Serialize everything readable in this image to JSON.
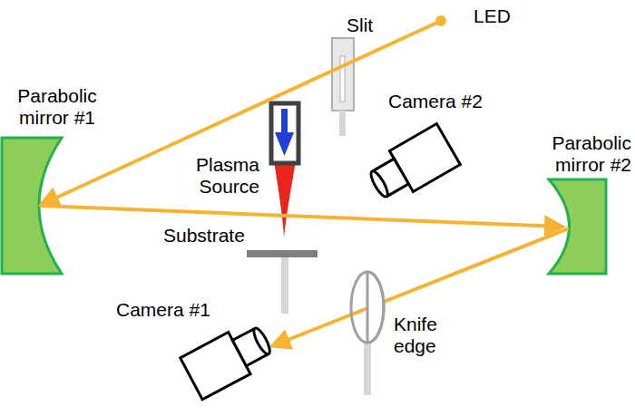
{
  "diagram": {
    "labels": [
      "LED",
      "Slit",
      "Camera #2",
      "Parabolic mirror #1",
      "Plasma Source",
      "Parabolic mirror #2",
      "Substrate",
      "Camera #1",
      "Knife edge"
    ]
  }
}
